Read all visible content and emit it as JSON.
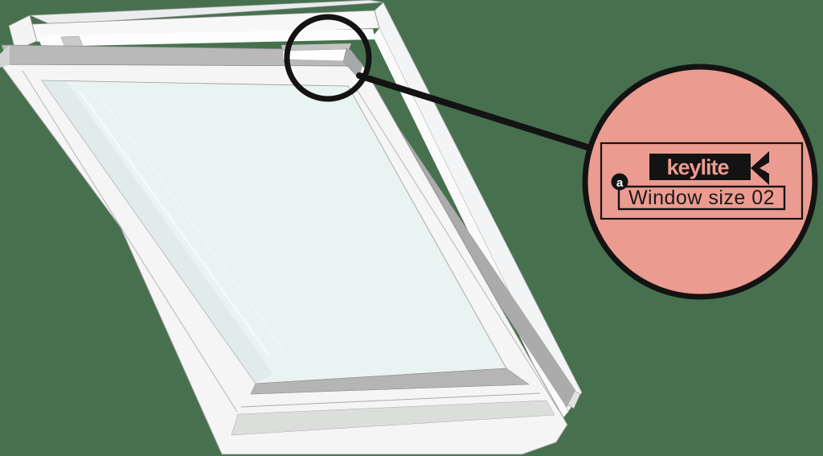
{
  "scene": {
    "background_color": "#47714E",
    "outline_color": "#131313"
  },
  "window": {
    "frame_fill": "#F5F5F6",
    "frame_top_fill": "#EBECED",
    "glass_fill": "#E9F3F2",
    "bar_fill": "#B9B9B9",
    "shadow_fill": "#ABABAB",
    "sill_fill": "#B5B5B5",
    "bottom_strip_fill": "#DCDEDC",
    "edge_stroke": "#8F8F8F"
  },
  "callout": {
    "bubble_fill": "#EC9B90",
    "marker_label": "a",
    "brand_wordmark": "keylite",
    "logo_bg": "#131313",
    "logo_text_color": "#EC9B90",
    "label_text": "Window size 02",
    "label_text_color": "#1A1A1A"
  }
}
